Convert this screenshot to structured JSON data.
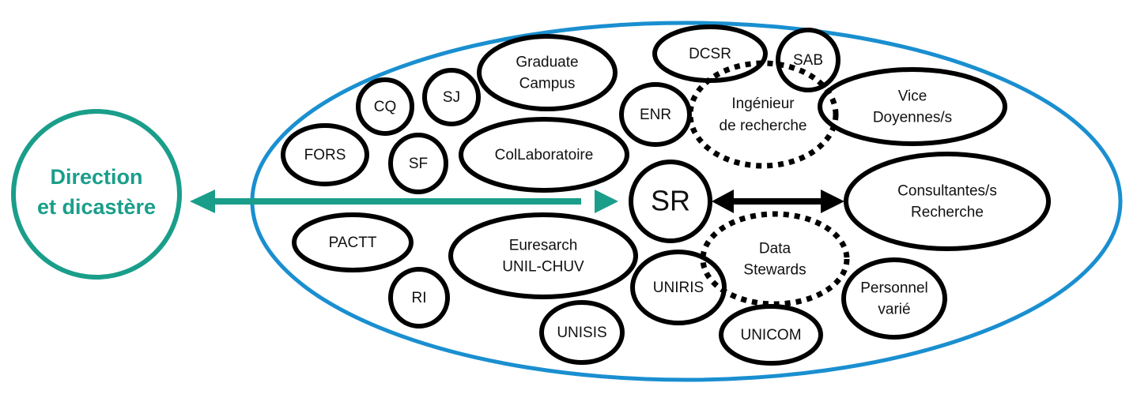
{
  "colors": {
    "teal": "#1a9e8a",
    "blue": "#1a8fd0",
    "black": "#000000",
    "text": "#111111"
  },
  "external": {
    "label_lines": [
      "Direction",
      "et dicastère"
    ]
  },
  "center": {
    "label": "SR"
  },
  "nodes": [
    {
      "id": "cq",
      "lines": [
        "CQ"
      ],
      "style": "solid"
    },
    {
      "id": "sj",
      "lines": [
        "SJ"
      ],
      "style": "solid"
    },
    {
      "id": "graduate-campus",
      "lines": [
        "Graduate",
        "Campus"
      ],
      "style": "solid"
    },
    {
      "id": "dcsr",
      "lines": [
        "DCSR"
      ],
      "style": "solid"
    },
    {
      "id": "sab",
      "lines": [
        "SAB"
      ],
      "style": "solid"
    },
    {
      "id": "fors",
      "lines": [
        "FORS"
      ],
      "style": "solid"
    },
    {
      "id": "sf",
      "lines": [
        "SF"
      ],
      "style": "solid"
    },
    {
      "id": "collaboratoire",
      "lines": [
        "ColLaboratoire"
      ],
      "style": "solid"
    },
    {
      "id": "enr",
      "lines": [
        "ENR"
      ],
      "style": "solid"
    },
    {
      "id": "ingenieur-de-recherche",
      "lines": [
        "Ingénieur",
        "de recherche"
      ],
      "style": "dotted"
    },
    {
      "id": "vice-doyennes",
      "lines": [
        "Vice",
        "Doyennes/s"
      ],
      "style": "solid"
    },
    {
      "id": "consultantes-recherche",
      "lines": [
        "Consultantes/s",
        "Recherche"
      ],
      "style": "solid"
    },
    {
      "id": "pactt",
      "lines": [
        "PACTT"
      ],
      "style": "solid"
    },
    {
      "id": "ri",
      "lines": [
        "RI"
      ],
      "style": "solid"
    },
    {
      "id": "euresarch",
      "lines": [
        "Euresarch",
        "UNIL-CHUV"
      ],
      "style": "solid"
    },
    {
      "id": "data-stewards",
      "lines": [
        "Data",
        "Stewards"
      ],
      "style": "dotted"
    },
    {
      "id": "uniris",
      "lines": [
        "UNIRIS"
      ],
      "style": "solid"
    },
    {
      "id": "personnel-varie",
      "lines": [
        "Personnel",
        "varié"
      ],
      "style": "solid"
    },
    {
      "id": "unisis",
      "lines": [
        "UNISIS"
      ],
      "style": "solid"
    },
    {
      "id": "unicom",
      "lines": [
        "UNICOM"
      ],
      "style": "solid"
    }
  ],
  "edges": [
    {
      "from": "direction-et-dicastere",
      "to": "sr",
      "type": "bidirectional",
      "color": "teal"
    },
    {
      "from": "sr",
      "to": "consultantes-recherche",
      "type": "bidirectional",
      "color": "black"
    }
  ]
}
